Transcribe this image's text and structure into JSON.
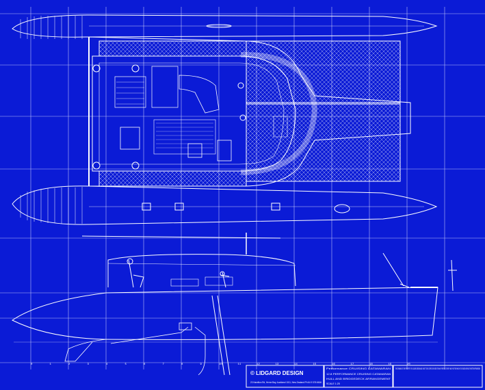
{
  "colors": {
    "background": "#0b1bd6",
    "line": "#ffffff",
    "grid": "#d9deff"
  },
  "title_block": {
    "designer": "© LIDGARD DESIGN",
    "address_line": "23 Hamilton Rd, Herne Bay, Auckland 1011, New Zealand  Ph 64 9 376 6616",
    "drawing_title": "Performance CRUISING CATAMARAN",
    "spec_lines": [
      "12.8 PERFORMANCE CRUISING CATAMARAN",
      "HULL AND BRIDGEDECK ARRANGEMENT",
      "SCALE 1:25"
    ],
    "notes": "THIS DRAWING IS THE PROPERTY OF LIDGARD DESIGN AND IS NOT TO BE COPIED OR USED FOR ANY PURPOSE OTHER THAN THAT FOR WHICH IT IS ISSUED WITHOUT WRITTEN PERMISSION"
  },
  "station_labels": [
    "0",
    "1",
    "2",
    "3",
    "4",
    "5",
    "6",
    "7",
    "8",
    "9",
    "10",
    "11",
    "12",
    "13",
    "14",
    "15",
    "16",
    "17",
    "18",
    "19",
    "20"
  ]
}
